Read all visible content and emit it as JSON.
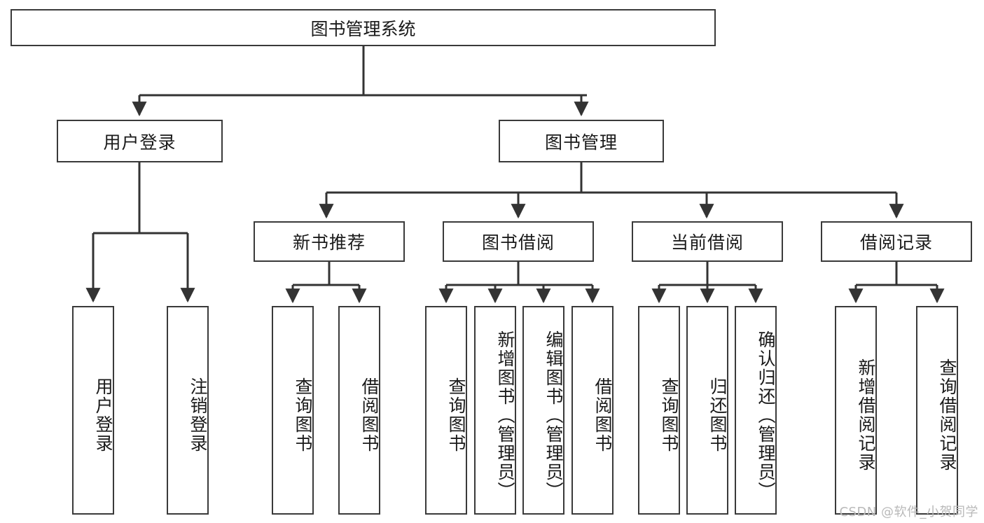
{
  "diagram": {
    "title": "图书管理系统",
    "type": "tree-hierarchy-chart",
    "watermark": "CSDN @软件_小贺同学",
    "colors": {
      "box_border": "#3a3a3a",
      "box_fill": "#ffffff",
      "connector": "#333333",
      "text": "#1a1a1a",
      "watermark": "#b9b9b9",
      "background": "#ffffff"
    },
    "levels": {
      "root": {
        "label": "图书管理系统"
      },
      "level2": [
        {
          "label": "用户登录"
        },
        {
          "label": "图书管理"
        }
      ],
      "level3": [
        {
          "label": "新书推荐"
        },
        {
          "label": "图书借阅"
        },
        {
          "label": "当前借阅"
        },
        {
          "label": "借阅记录"
        }
      ],
      "leaves": {
        "user_login": [
          {
            "label": "用户登录"
          },
          {
            "label": "注销登录"
          }
        ],
        "new_book_recommend": [
          {
            "label": "查询图书"
          },
          {
            "label": "借阅图书"
          }
        ],
        "book_borrow": [
          {
            "label": "查询图书"
          },
          {
            "label": "新增图书（管理员）"
          },
          {
            "label": "编辑图书（管理员）"
          },
          {
            "label": "借阅图书"
          }
        ],
        "current_borrow": [
          {
            "label": "查询图书"
          },
          {
            "label": "归还图书"
          },
          {
            "label": "确认归还（管理员）"
          }
        ],
        "borrow_record": [
          {
            "label": "新增借阅记录"
          },
          {
            "label": "查询借阅记录"
          }
        ]
      }
    }
  }
}
